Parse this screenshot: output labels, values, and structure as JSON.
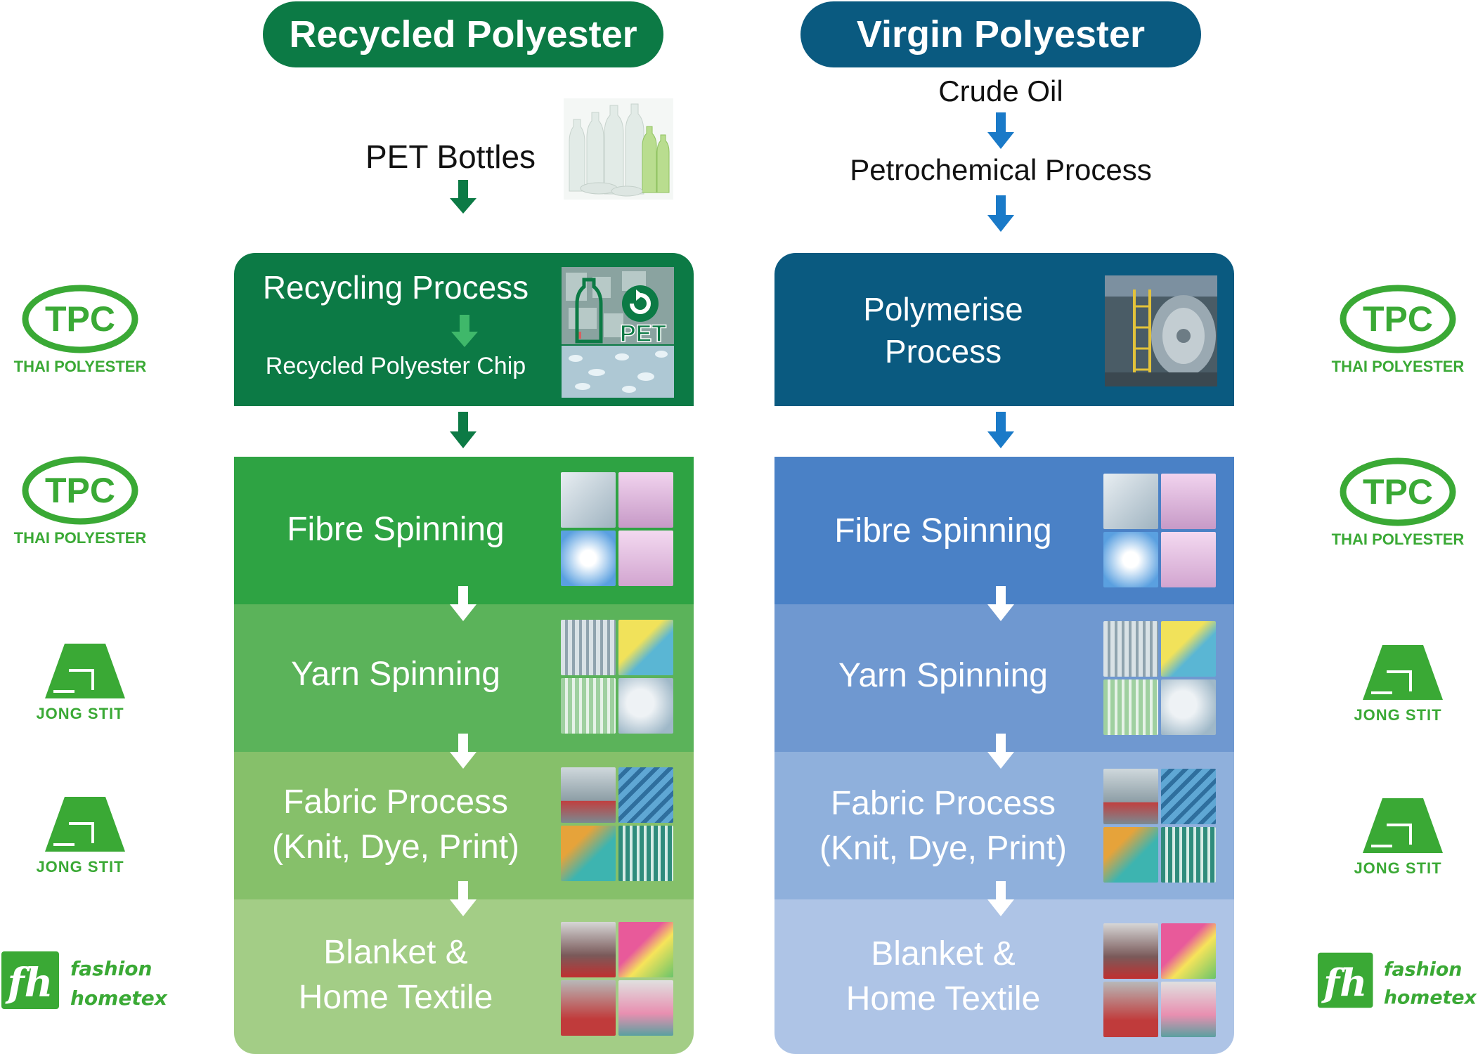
{
  "left": {
    "title": "Recycled Polyester",
    "source": "PET Bottles",
    "recycling": {
      "title": "Recycling Process",
      "subtitle": "Recycled Polyester Chip",
      "icon_text": "PET"
    },
    "stages": [
      {
        "l1": "Fibre Spinning",
        "l2": ""
      },
      {
        "l1": "Yarn Spinning",
        "l2": ""
      },
      {
        "l1": "Fabric Process",
        "l2": "(Knit, Dye, Print)"
      },
      {
        "l1": "Blanket &",
        "l2": "Home Textile"
      }
    ]
  },
  "right": {
    "title": "Virgin Polyester",
    "source1": "Crude Oil",
    "source2": "Petrochemical Process",
    "polymerise": {
      "l1": "Polymerise",
      "l2": "Process"
    },
    "stages": [
      {
        "l1": "Fibre Spinning",
        "l2": ""
      },
      {
        "l1": "Yarn Spinning",
        "l2": ""
      },
      {
        "l1": "Fabric Process",
        "l2": "(Knit, Dye, Print)"
      },
      {
        "l1": "Blanket &",
        "l2": "Home Textile"
      }
    ]
  },
  "logos": {
    "tpc_mark": "TPC",
    "tpc_name": "THAI POLYESTER",
    "jongstit_name": "JONG STIT",
    "fashion_line1": "fashion",
    "fashion_line2": "hometex",
    "fashion_mark": "fh"
  },
  "colors": {
    "recycled_dark": "#0c7a45",
    "recycled_stages": [
      "#2ea343",
      "#5bb35a",
      "#86c06a",
      "#a3cd86"
    ],
    "virgin_dark": "#0a5a80",
    "virgin_stages": [
      "#4a81c6",
      "#6f98d0",
      "#8fb0dc",
      "#aec4e6"
    ],
    "brand_green": "#3aa935",
    "arrow_blue": "#1a7ac8"
  }
}
